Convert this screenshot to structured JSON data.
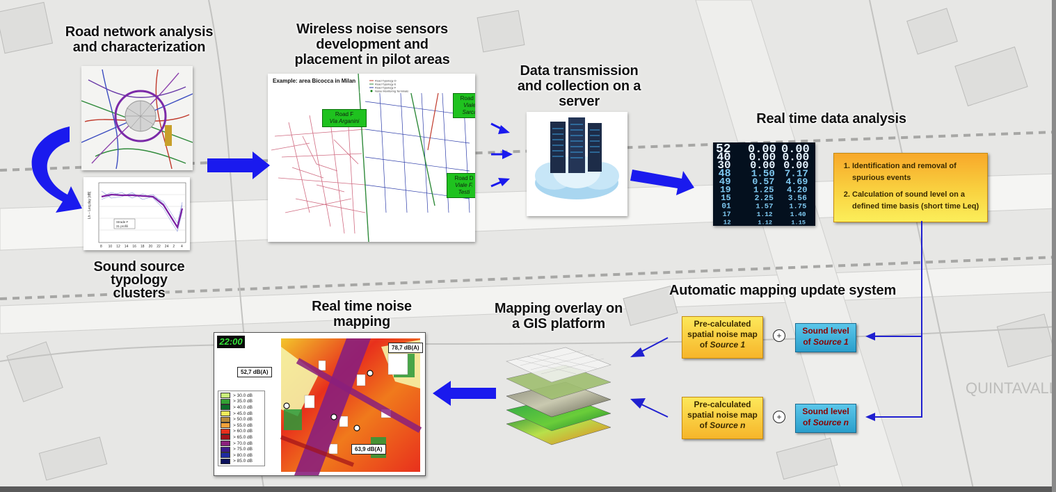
{
  "titles": {
    "road_network": "Road network analysis and characterization",
    "sound_source": "Sound source typology clusters",
    "sensors": "Wireless noise sensors development and placement in pilot areas",
    "transmission": "Data transmission and collection on a server",
    "realtime_analysis": "Real time data analysis",
    "auto_mapping": "Automatic mapping update system",
    "gis_overlay": "Mapping overlay on a GIS platform",
    "realtime_mapping": "Real time noise mapping"
  },
  "sensors_panel": {
    "example_label": "Example: area Bicocca in Milan",
    "legend": [
      "Road Typology D",
      "Road Typology E",
      "Road Typology F",
      "Noise Monitoring Terminals"
    ],
    "road_f": {
      "name": "Road F",
      "street": "Via Arganini"
    },
    "road_e": {
      "name": "Road E",
      "street": "Viale Sarca"
    },
    "road_d": {
      "name": "Road D",
      "street": "Viale F. Testi"
    }
  },
  "cluster_chart": {
    "ylabel": "Lh − Leq,day [dB]",
    "box_line1": "Strade F",
    "box_line2": "31 profili",
    "xticks": [
      "8",
      "10",
      "12",
      "14",
      "16",
      "18",
      "20",
      "22",
      "24",
      "2",
      "4"
    ]
  },
  "matrix_columns": [
    [
      "52",
      "40",
      "30",
      "48",
      "49",
      "19",
      "15",
      "01",
      "17",
      "12"
    ],
    [
      "0.00",
      "0.00",
      "0.00",
      "1.50",
      "0.57",
      "1.25",
      "2.25",
      "1.57",
      "1.12",
      "1.12"
    ],
    [
      "0.00",
      "0.00",
      "0.00",
      "7.17",
      "4.69",
      "4.20",
      "3.56",
      "1.75",
      "1.40",
      "1.15"
    ]
  ],
  "analysis_steps": [
    "Identification and removal of spurious events",
    "Calculation of sound level on a defined time basis (short time Leq)"
  ],
  "mapping_rows": [
    {
      "pre_line1": "Pre-calculated",
      "pre_line2": "spatial noise map",
      "pre_prefix": "of ",
      "pre_source": "Source 1",
      "plus": "+",
      "sound_line1": "Sound level",
      "sound_prefix": "of ",
      "sound_source": "Source 1"
    },
    {
      "pre_line1": "Pre-calculated",
      "pre_line2": "spatial noise map",
      "pre_prefix": "of ",
      "pre_source": "Source n",
      "plus": "+",
      "sound_line1": "Sound level",
      "sound_prefix": "of ",
      "sound_source": "Source n"
    }
  ],
  "noise_map": {
    "time": "22:00",
    "label_top_right": "78,7 dB(A)",
    "label_left": "52,7 dB(A)",
    "label_bottom": "63,9 dB(A)",
    "legend": [
      {
        "label": ">  30.0 dB",
        "color": "#c9f07a"
      },
      {
        "label": ">  35.0 dB",
        "color": "#34a234"
      },
      {
        "label": ">  40.0 dB",
        "color": "#0d6d2a"
      },
      {
        "label": ">  45.0 dB",
        "color": "#f1ec5a"
      },
      {
        "label": ">  50.0 dB",
        "color": "#b88a3a"
      },
      {
        "label": ">  55.0 dB",
        "color": "#f3a23a"
      },
      {
        "label": ">  60.0 dB",
        "color": "#e8301c"
      },
      {
        "label": ">  65.0 dB",
        "color": "#a1121a"
      },
      {
        "label": ">  70.0 dB",
        "color": "#8a1f7c"
      },
      {
        "label": ">  75.0 dB",
        "color": "#3c1a8a"
      },
      {
        "label": ">  80.0 dB",
        "color": "#1e2aa1"
      },
      {
        "label": ">  85.0 dB",
        "color": "#0a0f5a"
      }
    ]
  },
  "background_text": "QUINTAVALL",
  "colors": {
    "arrow_blue": "#1a1aee",
    "flow_line": "#2020d0",
    "green_label": "#1fc21f"
  }
}
